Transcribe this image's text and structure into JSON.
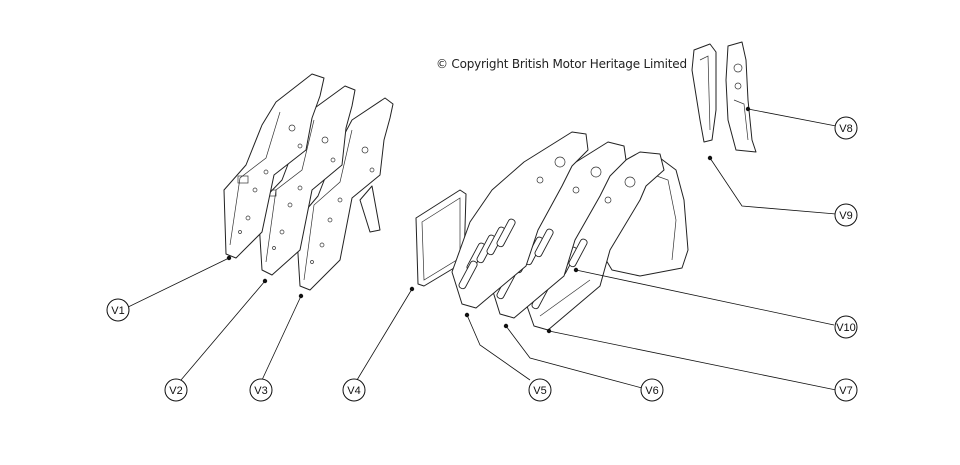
{
  "copyright": "© Copyright British Motor Heritage Limited",
  "callouts": [
    {
      "id": "V1",
      "label": "V1"
    },
    {
      "id": "V2",
      "label": "V2"
    },
    {
      "id": "V3",
      "label": "V3"
    },
    {
      "id": "V4",
      "label": "V4"
    },
    {
      "id": "V5",
      "label": "V5"
    },
    {
      "id": "V6",
      "label": "V6"
    },
    {
      "id": "V7",
      "label": "V7"
    },
    {
      "id": "V8",
      "label": "V8"
    },
    {
      "id": "V9",
      "label": "V9"
    },
    {
      "id": "V10",
      "label": "V10"
    }
  ]
}
